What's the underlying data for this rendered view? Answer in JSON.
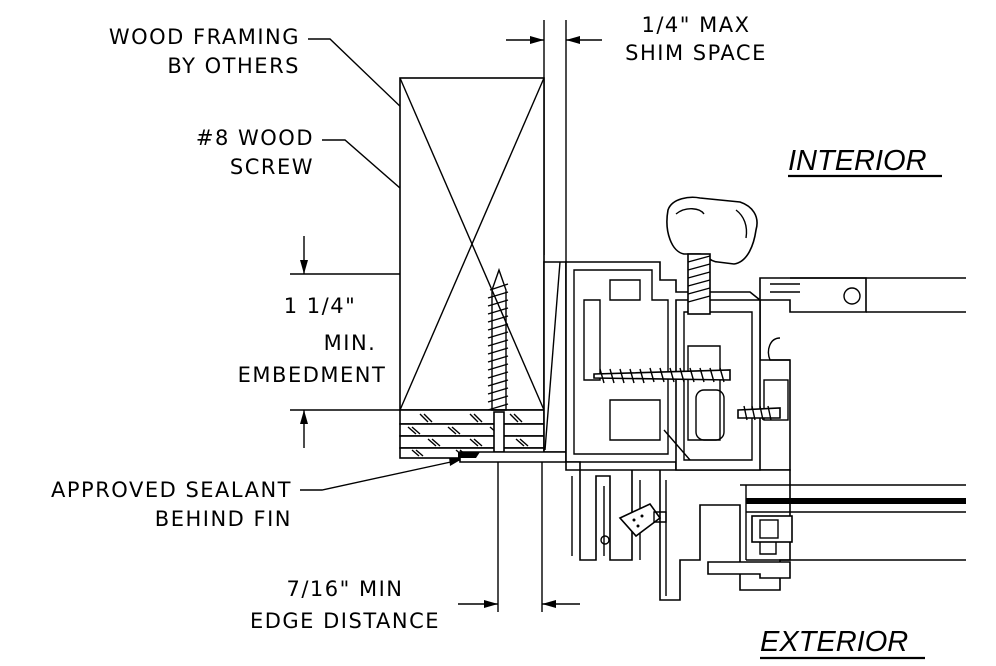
{
  "labels": {
    "wood_framing_line1": "WOOD FRAMING",
    "wood_framing_line2": "BY OTHERS",
    "screw_line1": "#8 WOOD",
    "screw_line2": "SCREW",
    "shim_line1": "1/4\" MAX",
    "shim_line2": "SHIM SPACE",
    "interior": "INTERIOR",
    "exterior": "EXTERIOR",
    "embedment_line1": "1 1/4\"",
    "embedment_line2": "MIN.",
    "embedment_line3": "EMBEDMENT",
    "sealant_line1": "APPROVED SEALANT",
    "sealant_line2": "BEHIND FIN",
    "edge_line1": "7/16\" MIN",
    "edge_line2": "EDGE DISTANCE"
  }
}
